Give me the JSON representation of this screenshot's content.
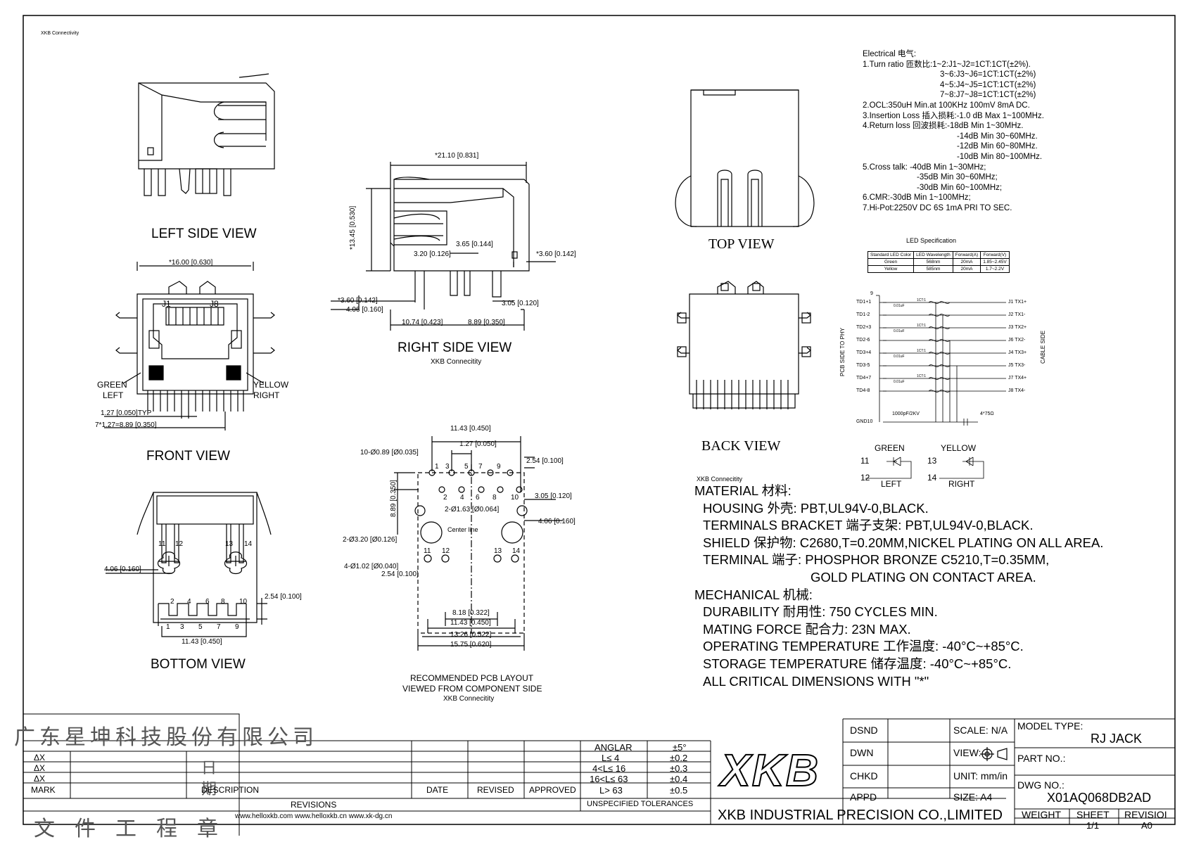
{
  "header_company_small": "XKB Connectivity",
  "views": {
    "left_side": "LEFT SIDE VIEW",
    "front": "FRONT VIEW",
    "bottom": "BOTTOM VIEW",
    "right_side": "RIGHT SIDE VIEW",
    "right_side_sub": "XKB Connecitity",
    "top": "TOP VIEW",
    "back": "BACK VIEW",
    "pcb_title1": "RECOMMENDED PCB LAYOUT",
    "pcb_title2": "VIEWED FROM COMPONENT SIDE",
    "pcb_sub": "XKB Connecitity"
  },
  "dims": {
    "front_width": "*16.00 [0.630]",
    "j1": "J1",
    "j8": "J8",
    "green": "GREEN",
    "left": "LEFT",
    "yellow": "YELLOW",
    "right": "RIGHT",
    "pitch": "1.27 [0.050]TYP",
    "pitch_total": "7*1.27=8.89 [0.350]",
    "rs_width": "*21.10 [0.831]",
    "rs_height": "*13.45 [0.530]",
    "rs_320": "3.20 [0.126]",
    "rs_365": "3.65 [0.144]",
    "rs_360r": "*3.60 [0.142]",
    "rs_360l": "*3.60 [0.142]",
    "rs_406": "4.06 [0.160]",
    "rs_305": "3.05 [0.120]",
    "rs_1074": "10.74 [0.423]",
    "rs_889": "8.89 [0.350]",
    "pcb_1143": "11.43 [0.450]",
    "pcb_127": "1.27 [0.050]",
    "pcb_holes": "10-Ø0.89 [Ø0.035]",
    "pcb_254": "2.54 [0.100]",
    "pcb_889v": "8.89 [0.350]",
    "pcb_305": "3.05 [0.120]",
    "pcb_2163": "2-Ø1.63 [Ø0.064]",
    "pcb_center": "Center line",
    "pcb_406": "4.06 [0.160]",
    "pcb_2320": "2-Ø3.20 [Ø0.126]",
    "pcb_4102": "4-Ø1.02 [Ø0.040]",
    "pcb_254b": "2.54 [0.100]",
    "pcb_818": "8.18 [0.322]",
    "pcb_1143b": "11.43 [0.450]",
    "pcb_1326": "13.26 [0.522]",
    "pcb_1575": "15.75 [0.620]",
    "bot_406": "4.06 [0.160]",
    "bot_254": "2.54 [0.100]",
    "bot_1143": "11.43 [0.450]",
    "pins_top": [
      "1",
      "3",
      "5",
      "7",
      "9"
    ],
    "pins_bot": [
      "2",
      "4",
      "6",
      "8",
      "10"
    ],
    "pins_led": [
      "11",
      "12",
      "13",
      "14"
    ]
  },
  "electrical": [
    "Electrical 电气:",
    "1.Turn ratio 匝数比:1~2:J1~J2=1CT:1CT(±2%).",
    "3~6:J3~J6=1CT:1CT(±2%)",
    "4~5:J4~J5=1CT:1CT(±2%)",
    "7~8:J7~J8=1CT:1CT(±2%)",
    "2.OCL:350uH Min.at 100KHz 100mV 8mA DC.",
    "3.Insertion Loss 插入损耗:-1.0 dB Max 1~100MHz.",
    "4.Return loss 回波损耗:-18dB Min 1~30MHz.",
    "-14dB Min 30~60MHz.",
    "-12dB Min 60~80MHz.",
    "-10dB Min 80~100MHz.",
    "5.Cross talk: -40dB Min 1~30MHz;",
    "-35dB Min 30~60MHz;",
    "-30dB Min 60~100MHz;",
    "6.CMR:-30dB Min 1~100MHz;",
    "7.Hi-Pot:2250V DC 6S 1mA PRI TO SEC."
  ],
  "led_spec": {
    "title": "LED Specification",
    "headers": [
      "Standard LED Color",
      "LED Wavelength",
      "Forward(A)",
      "Forward(V)"
    ],
    "rows": [
      [
        "Green",
        "568nm",
        "20mA",
        "1.85~2.45V"
      ],
      [
        "Yellow",
        "585nm",
        "20mA",
        "1.7~2.2V"
      ]
    ]
  },
  "schematic": {
    "left_pins": [
      "TD1+1",
      "TD1-2",
      "TD2+3",
      "TD2-6",
      "TD3+4",
      "TD3-5",
      "TD4+7",
      "TD4-8"
    ],
    "right_pins": [
      "J1 TX1+",
      "J2 TX1-",
      "J3 TX2+",
      "J6 TX2-",
      "J4 TX3+",
      "J5 TX3-",
      "J7 TX4+",
      "J8 TX4-"
    ],
    "pin9": "9",
    "gnd": "GND10",
    "cap": "1000pF/2KV",
    "res": "4*75Ω",
    "ratio": "1CT:1",
    "cap_small": "0.01uF",
    "side_left": "PCB SIDE TO PHY",
    "side_right": "CABLE SIDE",
    "led_green": "GREEN",
    "led_yellow": "YELLOW",
    "led_left": "LEFT",
    "led_right": "RIGHT",
    "n11": "11",
    "n12": "12",
    "n13": "13",
    "n14": "14"
  },
  "material": {
    "company": "XKB Connecitity",
    "lines": [
      "MATERIAL 材料:",
      "HOUSING 外壳: PBT,UL94V-0,BLACK.",
      "TERMINALS BRACKET 端子支架: PBT,UL94V-0,BLACK.",
      "SHIELD 保护物: C2680,T=0.20MM,NICKEL PLATING ON ALL AREA.",
      "TERMINAL 端子: PHOSPHOR BRONZE C5210,T=0.35MM,",
      "GOLD PLATING ON CONTACT AREA.",
      "MECHANICAL 机械:",
      "DURABILITY 耐用性: 750 CYCLES MIN.",
      "MATING FORCE 配合力: 23N MAX.",
      "OPERATING TEMPERATURE 工作温度: -40°C~+85°C.",
      "STORAGE TEMPERATURE 储存温度: -40°C~+85°C.",
      "ALL CRITICAL DIMENSIONS WITH \"*\""
    ]
  },
  "title_block": {
    "stamp_top": "广东星坤科技股份有限公司",
    "stamp_bottom": "文件工程章",
    "stamp_side": "日期",
    "mark_rows": [
      "ΔX",
      "ΔX",
      "ΔX"
    ],
    "mark": "MARK",
    "description": "DESCRIPTION",
    "date": "DATE",
    "revised": "REVISED",
    "approved": "APPROVED",
    "revisions": "REVISIONS",
    "websites": "www.helloxkb.com    www.helloxkb.cn  www.xk-dg.cn",
    "tolerances": [
      [
        "ANGLAR",
        "±5°"
      ],
      [
        "L≤  4",
        "±0.2"
      ],
      [
        "4<L≤  16",
        "±0.3"
      ],
      [
        "16<L≤  63",
        "±0.4"
      ],
      [
        "L>  63",
        "±0.5"
      ]
    ],
    "unspecified": "UNSPECIFIED TOLERANCES",
    "logo": "XKB",
    "company": "XKB INDUSTRIAL PRECISION CO.,LIMITED",
    "dsnd": "DSND",
    "dwn": "DWN",
    "chkd": "CHKD",
    "appd": "APPD",
    "scale": "SCALE: N/A",
    "view": "VIEW:",
    "unit": "UNIT: mm/in",
    "size": "SIZE: A4",
    "model_type_label": "MODEL TYPE:",
    "model_type": "RJ  JACK",
    "part_no_label": "PART NO.:",
    "dwg_no_label": "DWG NO.:",
    "dwg_no": "X01AQ068DB2AD",
    "weight": "WEIGHT",
    "sheet": "SHEET",
    "revision": "REVISIOI",
    "sheet_val": "1/1",
    "rev_val": "A0"
  }
}
